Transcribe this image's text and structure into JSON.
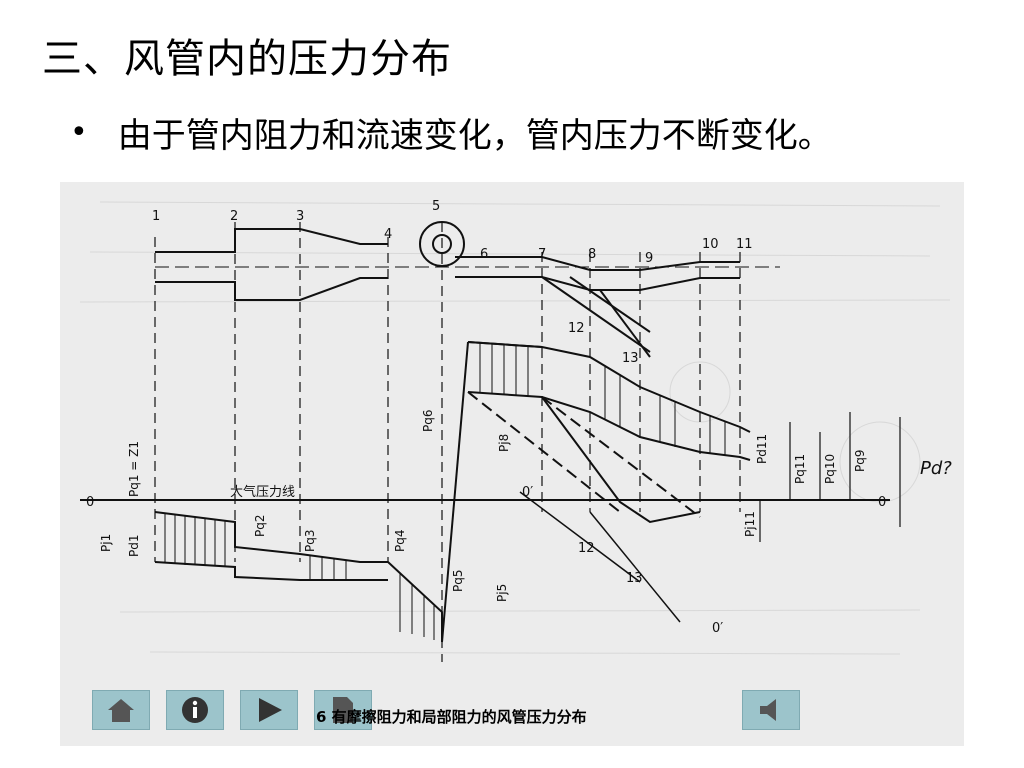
{
  "slide": {
    "title": "三、风管内的压力分布",
    "bullet": "由于管内阻力和流速变化，管内压力不断变化。"
  },
  "figure": {
    "caption": "6 有摩擦阻力和局部阻力的风管压力分布",
    "section_numbers": [
      "1",
      "2",
      "3",
      "4",
      "5",
      "6",
      "7",
      "8",
      "9",
      "10",
      "11"
    ],
    "branch_numbers": [
      "12",
      "13"
    ],
    "zero_label": "0",
    "zero_prime_label": "0′",
    "atm_label": "大气压力线",
    "pressure_labels": [
      "Pq1 = Z1",
      "Pj1",
      "Pd1",
      "Pq2",
      "Pq3",
      "Pq4",
      "Pq5",
      "Pj5",
      "Pq6",
      "Pj8",
      "Pd11",
      "Pq11",
      "Pq10",
      "Pq9",
      "Pj11"
    ],
    "handwritten": "Pd?"
  },
  "nav": {
    "home": "home-icon",
    "info": "info-icon",
    "play": "play-icon",
    "doc": "document-icon",
    "sound": "speaker-icon"
  }
}
